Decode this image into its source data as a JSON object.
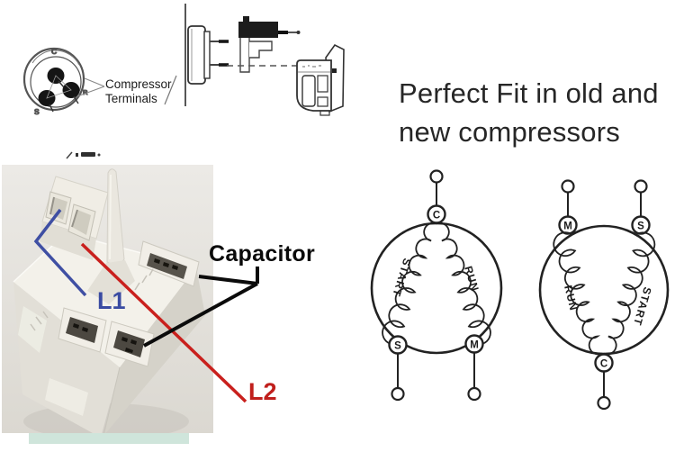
{
  "headline": {
    "line1": "Perfect Fit in old and",
    "line2": "new compressors"
  },
  "terminals_diagram": {
    "caption_line1": "Compressor",
    "caption_line2": "Terminals",
    "pins": {
      "top": "C",
      "right": "R",
      "bottom_left": "S"
    }
  },
  "relay_photo": {
    "labels": {
      "capacitor": "Capacitor",
      "line1": "L1",
      "line2": "L2"
    },
    "annotation_colors": {
      "line1": "#3a4ba2",
      "line2": "#c01f1c",
      "capacitor": "#0b0b0b"
    }
  },
  "motor_diagrams": [
    {
      "terminals": {
        "top": "C",
        "bottom_left": "S",
        "bottom_right": "M"
      },
      "windings": {
        "left": "START",
        "right": "RUN"
      }
    },
    {
      "terminals": {
        "top_left": "M",
        "top_right": "S",
        "bottom": "C"
      },
      "windings": {
        "left": "RUN",
        "right": "START"
      }
    }
  ]
}
